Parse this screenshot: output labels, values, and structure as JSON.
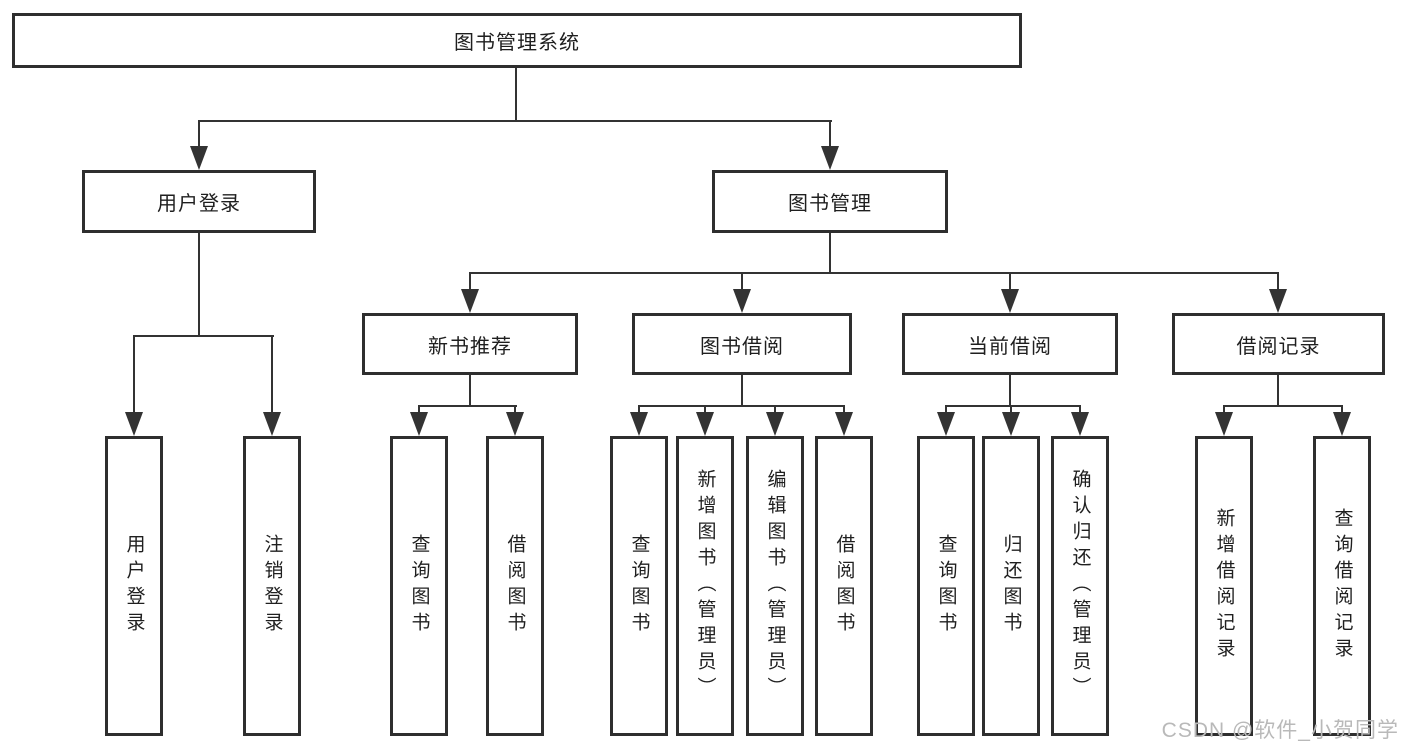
{
  "diagram": {
    "tree": {
      "label": "图书管理系统",
      "children": [
        {
          "label": "用户登录",
          "children": [
            {
              "label": "用户登录"
            },
            {
              "label": "注销登录"
            }
          ]
        },
        {
          "label": "图书管理",
          "children": [
            {
              "label": "新书推荐",
              "children": [
                {
                  "label": "查询图书"
                },
                {
                  "label": "借阅图书"
                }
              ]
            },
            {
              "label": "图书借阅",
              "children": [
                {
                  "label": "查询图书"
                },
                {
                  "label": "新增图书（管理员）"
                },
                {
                  "label": "编辑图书（管理员）"
                },
                {
                  "label": "借阅图书"
                }
              ]
            },
            {
              "label": "当前借阅",
              "children": [
                {
                  "label": "查询图书"
                },
                {
                  "label": "归还图书"
                },
                {
                  "label": "确认归还（管理员）"
                }
              ]
            },
            {
              "label": "借阅记录",
              "children": [
                {
                  "label": "新增借阅记录"
                },
                {
                  "label": "查询借阅记录"
                }
              ]
            }
          ]
        }
      ]
    },
    "colors": {
      "line": "#333333",
      "box_border": "#2e2e2e",
      "box_fill": "#ffffff",
      "text": "#1f1f1f",
      "watermark": "#b9b9b9"
    }
  },
  "watermark": {
    "text": "CSDN @软件_小贺同学"
  }
}
